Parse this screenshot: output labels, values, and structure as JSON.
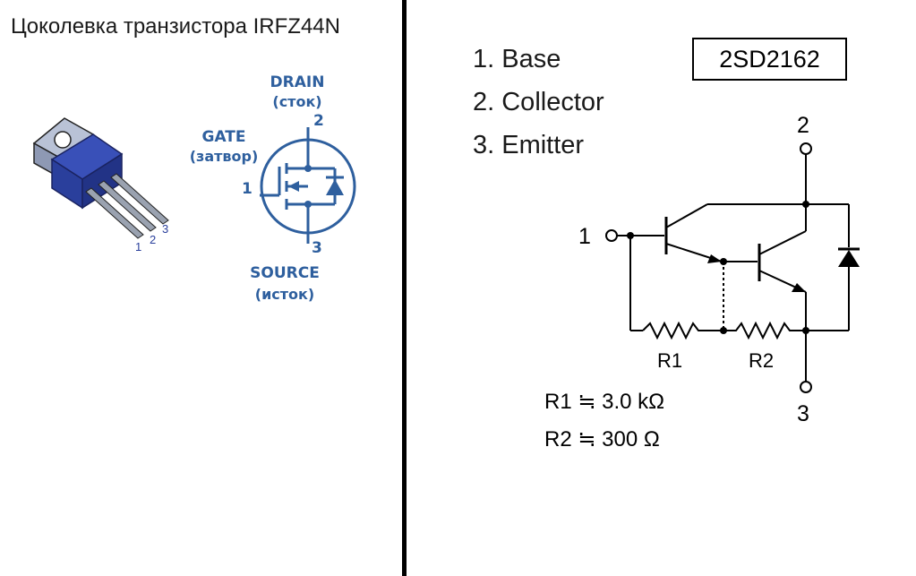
{
  "left_panel": {
    "title": "Цоколевка транзистора IRFZ44N",
    "package_pins": [
      "1",
      "2",
      "3"
    ],
    "mosfet": {
      "drain": "DRAIN",
      "drain_sub": "(сток)",
      "gate": "GATE",
      "gate_sub": "(затвор)",
      "source": "SOURCE",
      "source_sub": "(исток)",
      "pin_drain": "2",
      "pin_gate": "1",
      "pin_source": "3"
    }
  },
  "right_panel": {
    "pins": [
      "1. Base",
      "2. Collector",
      "3. Emitter"
    ],
    "part_number": "2SD2162",
    "schematic": {
      "pin_base": "1",
      "pin_collector": "2",
      "pin_emitter": "3",
      "r1_label": "R1",
      "r2_label": "R2"
    },
    "resistor_values": [
      "R1 ≒ 3.0 kΩ",
      "R2 ≒ 300 Ω"
    ]
  },
  "colors": {
    "package_blue": "#2a3f9c",
    "label_blue": "#2e5f9e",
    "line_black": "#000000"
  }
}
